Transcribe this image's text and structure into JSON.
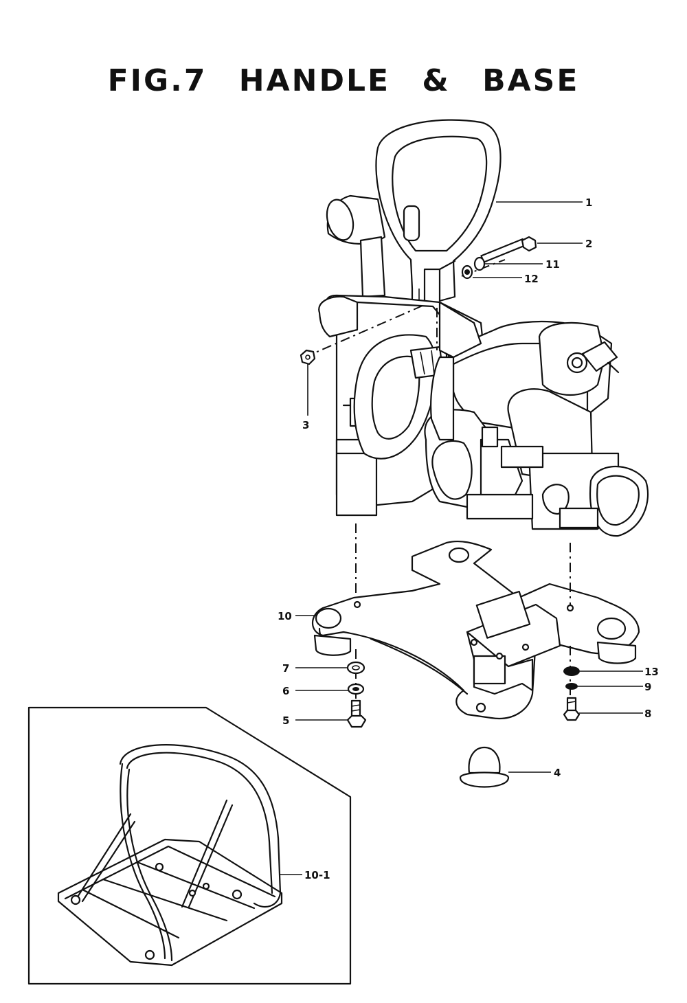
{
  "title": "FIG.7 HANDLE & BASE",
  "callouts": {
    "c1": "1",
    "c2": "2",
    "c3": "3",
    "c4": "4",
    "c5": "5",
    "c6": "6",
    "c7": "7",
    "c8": "8",
    "c9": "9",
    "c10": "10",
    "c11": "11",
    "c12": "12",
    "c13": "13",
    "c10_1": "10-1"
  }
}
